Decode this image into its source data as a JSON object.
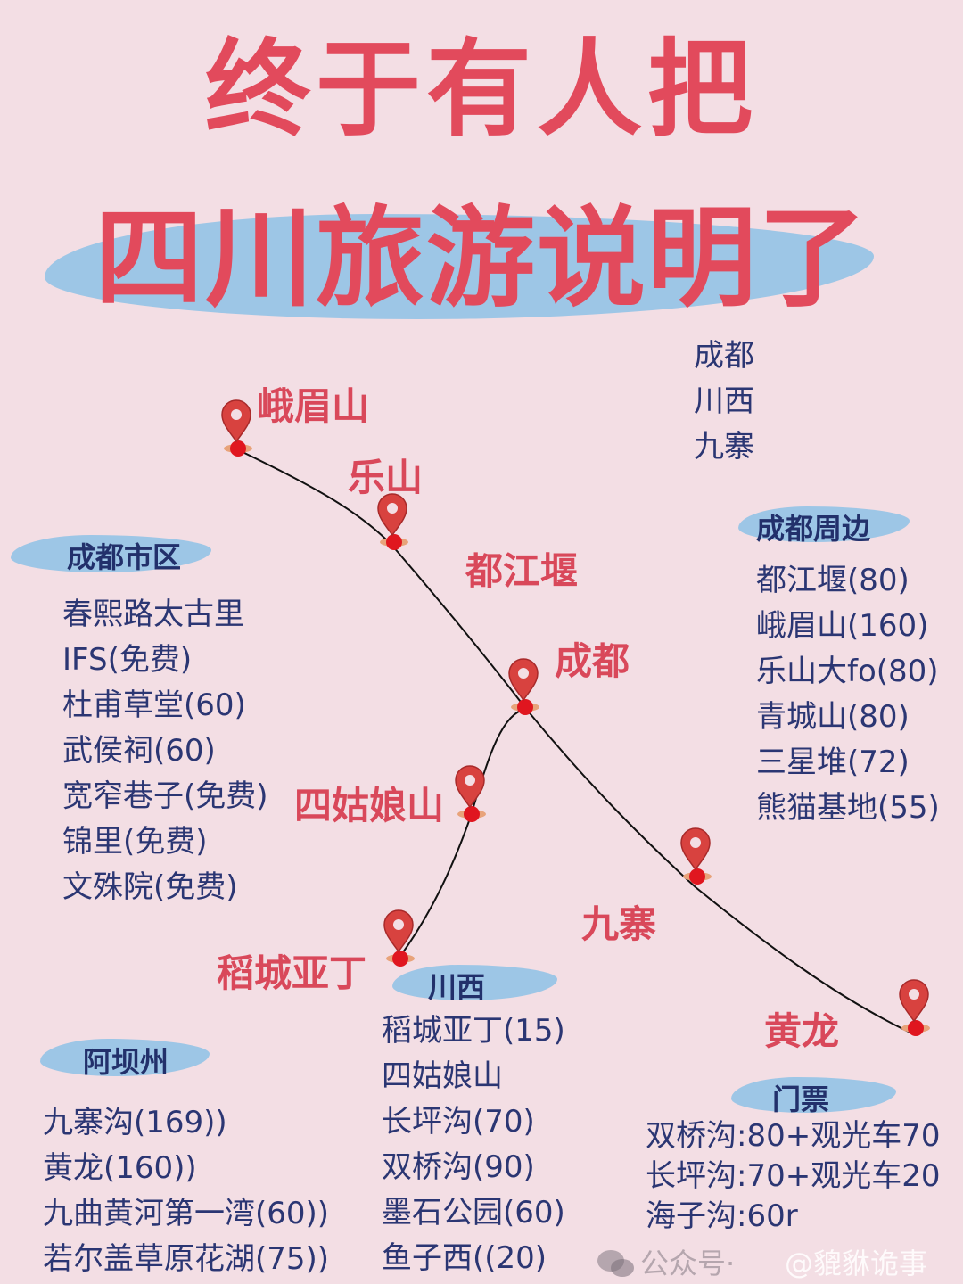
{
  "title": {
    "line1": "终于有人把",
    "line2": "四川旅游说明了"
  },
  "colors": {
    "background": "#f3dee4",
    "title_red": "#e24a5c",
    "label_red": "#d9485a",
    "navy": "#2b3673",
    "brush_blue": "#93c3e6"
  },
  "legend": [
    "成都",
    "川西",
    "九寨"
  ],
  "map": {
    "pin_icon": "map-pin-icon",
    "places": [
      "峨眉山",
      "乐山",
      "都江堰",
      "成都",
      "四姑娘山",
      "稻城亚丁",
      "九寨",
      "黄龙"
    ]
  },
  "sections": {
    "chengdu_city": {
      "header": "成都市区",
      "items": [
        "春熙路太古里",
        "IFS(免费)",
        "杜甫草堂(60)",
        "武侯祠(60)",
        "宽窄巷子(免费)",
        "锦里(免费)",
        "文殊院(免费)"
      ]
    },
    "chengdu_around": {
      "header": "成都周边",
      "items": [
        "都江堰(80)",
        "峨眉山(160)",
        "乐山大fo(80)",
        "青城山(80)",
        "三星堆(72)",
        "熊猫基地(55)"
      ]
    },
    "chuanxi": {
      "header": "川西",
      "items": [
        "稻城亚丁(15)",
        "四姑娘山",
        "长坪沟(70)",
        "双桥沟(90)",
        "墨石公园(60)",
        "鱼子西((20)"
      ]
    },
    "aba": {
      "header": "阿坝州",
      "items": [
        "九寨沟(169))",
        "黄龙(160))",
        "九曲黄河第一湾(60))",
        "若尔盖草原花湖(75))"
      ]
    },
    "tickets": {
      "header": "门票",
      "items": [
        "双桥沟:80+观光车70",
        "长坪沟:70+观光车20",
        "海子沟:60r"
      ]
    }
  },
  "watermark": {
    "left": "公众号·",
    "right": "@貔貅诡事"
  }
}
